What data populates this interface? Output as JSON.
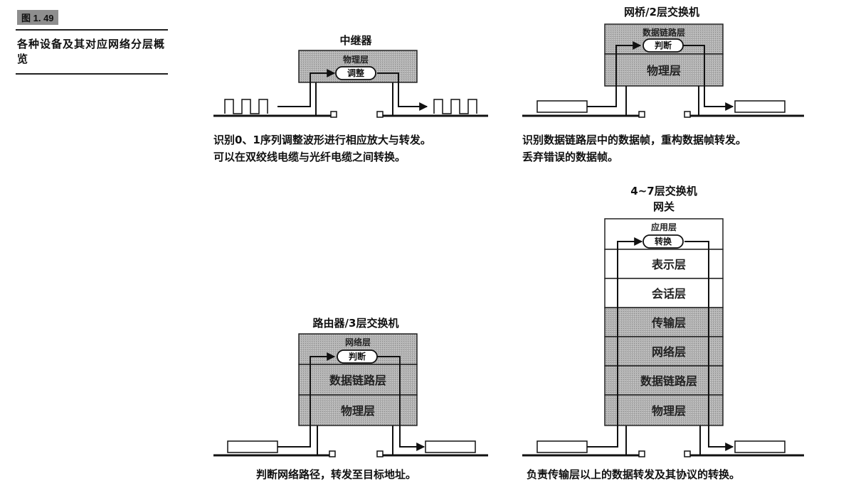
{
  "figure": {
    "tag": "图 1. 49",
    "caption": "各种设备及其对应网络分层概览"
  },
  "panels": {
    "repeater": {
      "title": "中继器",
      "layer": "物理层",
      "action": "调整",
      "desc_line1": "识别0、1序列调整波形进行相应放大与转发。",
      "desc_line2": "可以在双绞线电缆与光纤电缆之间转换。"
    },
    "bridge": {
      "title": "网桥/2层交换机",
      "layers": [
        "数据链路层",
        "物理层"
      ],
      "action": "判断",
      "desc_line1": "识别数据链路层中的数据帧，重构数据帧转发。",
      "desc_line2": "丢弃错误的数据帧。"
    },
    "router": {
      "title": "路由器/3层交换机",
      "layers": [
        "网络层",
        "数据链路层",
        "物理层"
      ],
      "action": "判断",
      "desc": "判断网络路径，转发至目标地址。"
    },
    "gateway": {
      "title_line1": "4~7层交换机",
      "title_line2": "网关",
      "layers": [
        "应用层",
        "表示层",
        "会话层",
        "传输层",
        "网络层",
        "数据链路层",
        "物理层"
      ],
      "action": "转换",
      "desc": "负责传输层以上的数据转发及其协议的转换。"
    }
  },
  "colors": {
    "layer_gray": "#a9a9a9",
    "layer_light": "#ffffff",
    "line": "#111111"
  }
}
